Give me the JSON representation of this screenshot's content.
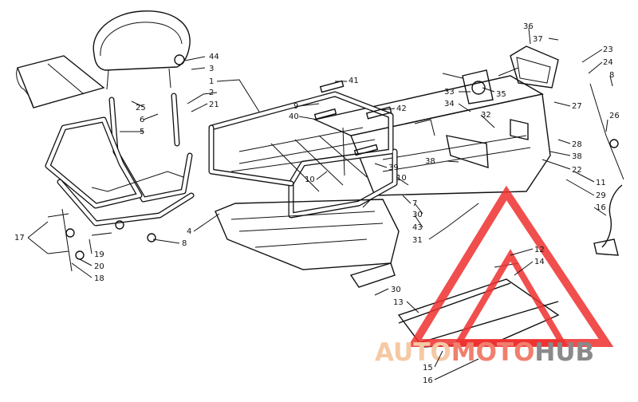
{
  "diagram": {
    "callouts": [
      {
        "id": "c1",
        "text": "1"
      },
      {
        "id": "c2",
        "text": "2"
      },
      {
        "id": "c3",
        "text": "3"
      },
      {
        "id": "c44",
        "text": "44"
      },
      {
        "id": "c21",
        "text": "21"
      },
      {
        "id": "c25",
        "text": "25"
      },
      {
        "id": "c6",
        "text": "6"
      },
      {
        "id": "c5",
        "text": "5"
      },
      {
        "id": "c41",
        "text": "41"
      },
      {
        "id": "c9",
        "text": "9"
      },
      {
        "id": "c40",
        "text": "40"
      },
      {
        "id": "c42",
        "text": "42"
      },
      {
        "id": "c33",
        "text": "33"
      },
      {
        "id": "c34",
        "text": "34"
      },
      {
        "id": "c35",
        "text": "35"
      },
      {
        "id": "c36",
        "text": "36"
      },
      {
        "id": "c37",
        "text": "37"
      },
      {
        "id": "c23",
        "text": "23"
      },
      {
        "id": "c24",
        "text": "24"
      },
      {
        "id": "c8r",
        "text": "8"
      },
      {
        "id": "c27",
        "text": "27"
      },
      {
        "id": "c26",
        "text": "26"
      },
      {
        "id": "c32",
        "text": "32"
      },
      {
        "id": "c28",
        "text": "28"
      },
      {
        "id": "c38r",
        "text": "38"
      },
      {
        "id": "c22",
        "text": "22"
      },
      {
        "id": "c38",
        "text": "38"
      },
      {
        "id": "c39",
        "text": "39"
      },
      {
        "id": "c10a",
        "text": "10"
      },
      {
        "id": "c10b",
        "text": "10"
      },
      {
        "id": "c11",
        "text": "11"
      },
      {
        "id": "c29",
        "text": "29"
      },
      {
        "id": "c16r",
        "text": "16"
      },
      {
        "id": "c7",
        "text": "7"
      },
      {
        "id": "c30",
        "text": "30"
      },
      {
        "id": "c43",
        "text": "43"
      },
      {
        "id": "c31",
        "text": "31"
      },
      {
        "id": "c4",
        "text": "4"
      },
      {
        "id": "c8",
        "text": "8"
      },
      {
        "id": "c17",
        "text": "17"
      },
      {
        "id": "c19",
        "text": "19"
      },
      {
        "id": "c20",
        "text": "20"
      },
      {
        "id": "c18",
        "text": "18"
      },
      {
        "id": "c12",
        "text": "12"
      },
      {
        "id": "c14",
        "text": "14"
      },
      {
        "id": "c30b",
        "text": "30"
      },
      {
        "id": "c13",
        "text": "13"
      },
      {
        "id": "c15",
        "text": "15"
      },
      {
        "id": "c16b",
        "text": "16"
      }
    ]
  },
  "watermark": {
    "part1": "AUTO",
    "part2": "MOTO",
    "part3": "HUB",
    "colors": {
      "auto": "#f5c9a4",
      "moto": "#f07f6e",
      "hub": "#8a8a8a",
      "logo": "#ee2f2f"
    }
  }
}
